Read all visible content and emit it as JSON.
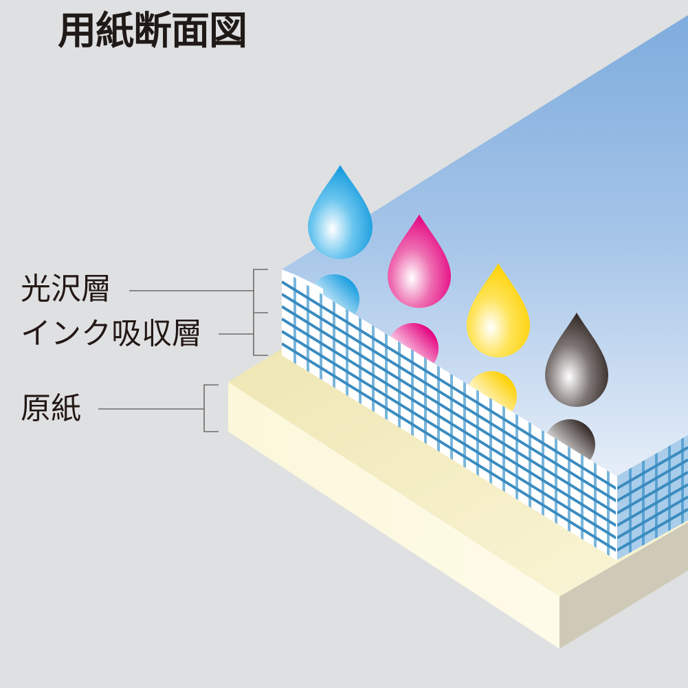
{
  "title": "用紙断面図",
  "labels": {
    "gloss_layer": "光沢層",
    "ink_absorption_layer": "インク吸収層",
    "base_paper": "原紙"
  },
  "ink_drops": [
    {
      "name": "cyan",
      "color": "#1a9ee0"
    },
    {
      "name": "magenta",
      "color": "#e4007f"
    },
    {
      "name": "yellow",
      "color": "#ffd900"
    },
    {
      "name": "black",
      "color": "#231815"
    }
  ],
  "colors": {
    "background": "#dfe0e1",
    "gloss_top_from": "#7eacdd",
    "gloss_top_to": "#e3ecf7",
    "grid_face": "#ffffff",
    "grid_side": "#a9cdea",
    "grid_vertical_line": "#79b6dc",
    "grid_diagonal_line": "#3a8bbf",
    "base_top": "#f2ebbd",
    "base_front": "#fdf9e2",
    "base_side": "#cfcab7",
    "bracket_line": "#6b6b6b"
  }
}
